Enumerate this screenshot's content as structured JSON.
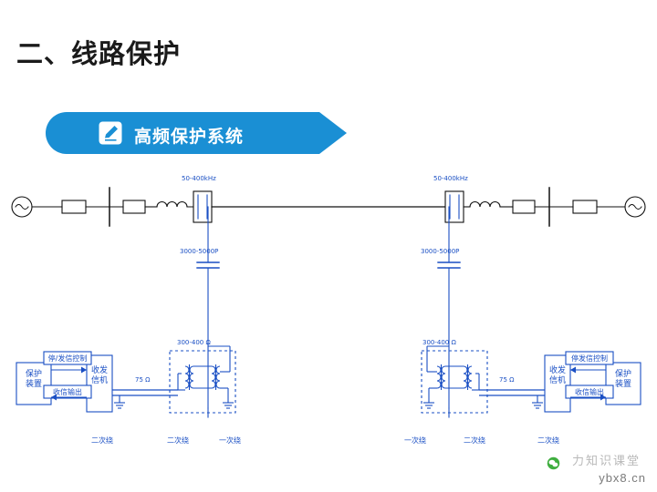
{
  "page": {
    "title": "二、线路保护",
    "banner_label": "高频保护系统",
    "banner_icon": "pencil-square-icon",
    "banner_color": "#1a8fd4",
    "accent_color": "#1a4fc4"
  },
  "watermark": {
    "site": "ybx8.cn",
    "brand": "力知识课堂",
    "logo_icon": "wechat-icon"
  },
  "diagram": {
    "type": "power-line-carrier-protection-schematic",
    "labels": {
      "filter_freq_left": "50-400kHz",
      "filter_freq_right": "50-400kHz",
      "cap_left": "3000-5000P",
      "cap_right": "3000-5000P",
      "impedance_left": "300-400 Ω",
      "impedance_right": "300-400 Ω",
      "cable_left": "75 Ω",
      "cable_right": "75 Ω",
      "secondary_left_a": "二次绕",
      "secondary_left_b": "二次绕",
      "primary_left": "一次绕",
      "primary_right": "一次绕",
      "secondary_right_b": "二次绕",
      "secondary_right_a": "二次绕"
    },
    "blocks": {
      "protect_left": "保护\n装置",
      "protect_right": "保护\n装置",
      "transceiver_left": "收发\n信机",
      "transceiver_right": "收发\n信机",
      "signal_ctrl_left": "停/发信控制",
      "signal_out_left": "收信输出",
      "signal_ctrl_right": "停发信控制",
      "signal_out_right": "收信输出"
    }
  }
}
